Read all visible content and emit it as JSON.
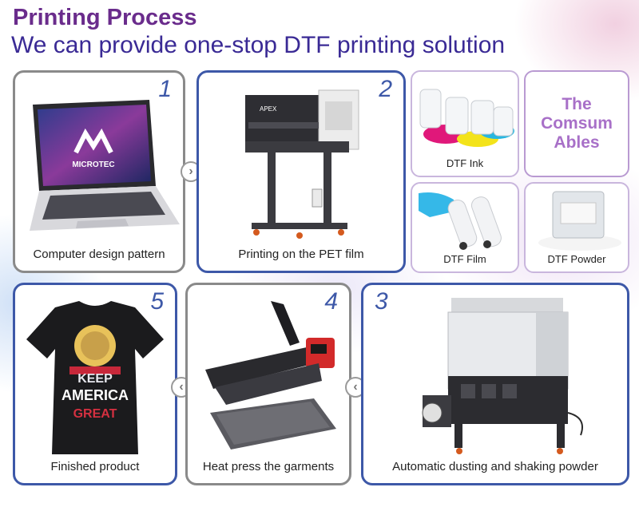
{
  "header": {
    "title": "Printing Process",
    "subtitle": "We can provide one-stop DTF printing solution"
  },
  "steps": [
    {
      "number": "1",
      "caption": "Computer design pattern"
    },
    {
      "number": "2",
      "caption": "Printing on the PET film"
    },
    {
      "number": "3",
      "caption": "Automatic dusting and shaking powder"
    },
    {
      "number": "4",
      "caption": "Heat press the garments"
    },
    {
      "number": "5",
      "caption": "Finished product"
    }
  ],
  "consumables": {
    "heading": "The Comsum Ables",
    "items": [
      {
        "label": "DTF Ink"
      },
      {
        "label": "DTF Film"
      },
      {
        "label": "DTF Powder"
      }
    ]
  },
  "laptop": {
    "brand": "MICROTEC"
  },
  "printer": {
    "brand": "APEX"
  },
  "tshirt": {
    "line1": "KEEP",
    "line2": "AMERICA",
    "line3": "GREAT"
  },
  "icons": {
    "next_arrow": "chevron-right-icon",
    "prev_arrow": "chevron-left-icon"
  },
  "colors": {
    "title": "#6a2c8c",
    "subtitle": "#3a2a95",
    "step_number": "#3d58a8",
    "consumables_text": "#a870c8"
  }
}
